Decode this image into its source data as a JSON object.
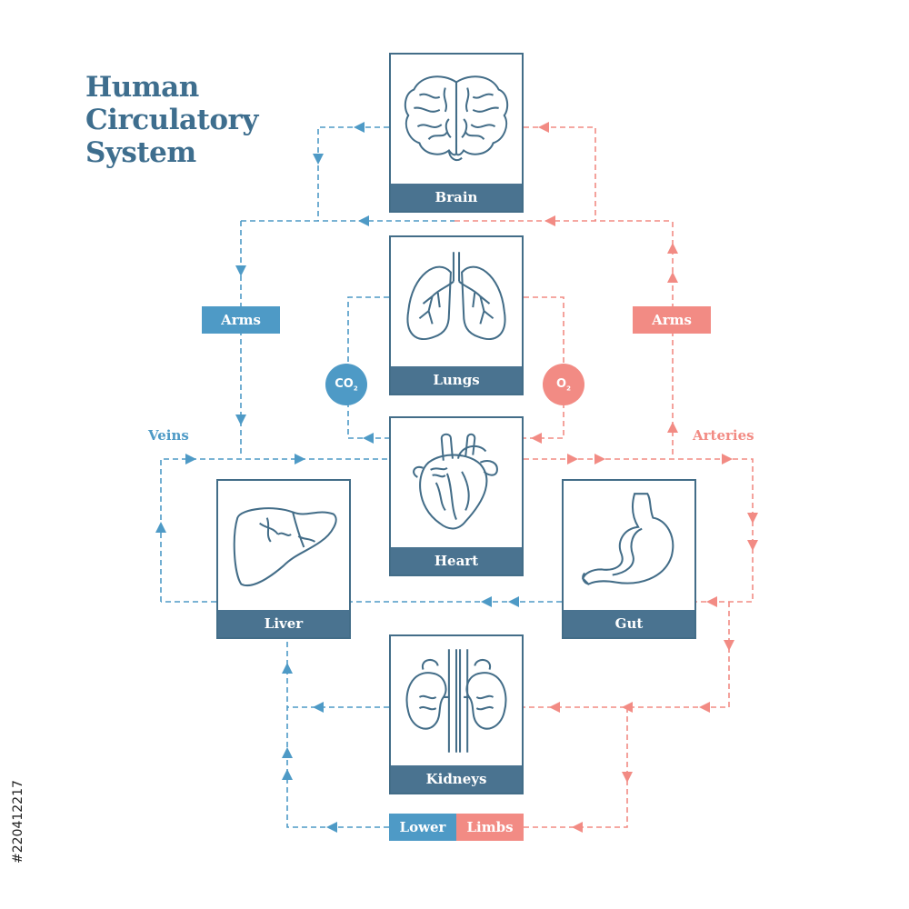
{
  "title_lines": [
    "Human",
    "Circulatory",
    "System"
  ],
  "organs": {
    "brain": {
      "label": "Brain",
      "icon": "brain-icon"
    },
    "lungs": {
      "label": "Lungs",
      "icon": "lungs-icon"
    },
    "heart": {
      "label": "Heart",
      "icon": "heart-icon"
    },
    "liver": {
      "label": "Liver",
      "icon": "liver-icon"
    },
    "gut": {
      "label": "Gut",
      "icon": "stomach-icon"
    },
    "kidneys": {
      "label": "Kidneys",
      "icon": "kidneys-icon"
    }
  },
  "tags": {
    "arms_left": "Arms",
    "arms_right": "Arms",
    "lower": "Lower",
    "limbs": "Limbs"
  },
  "side_labels": {
    "veins": "Veins",
    "arteries": "Arteries"
  },
  "gases": {
    "co2_main": "CO",
    "co2_sub": "2",
    "o2_main": "O",
    "o2_sub": "2"
  },
  "watermark_id": "#220412217",
  "colors": {
    "vein_blue": "#4e9ac6",
    "artery_red": "#f28b84",
    "organ_label": "#4a7390",
    "outline": "#436d88",
    "title": "#3e6e8e"
  }
}
